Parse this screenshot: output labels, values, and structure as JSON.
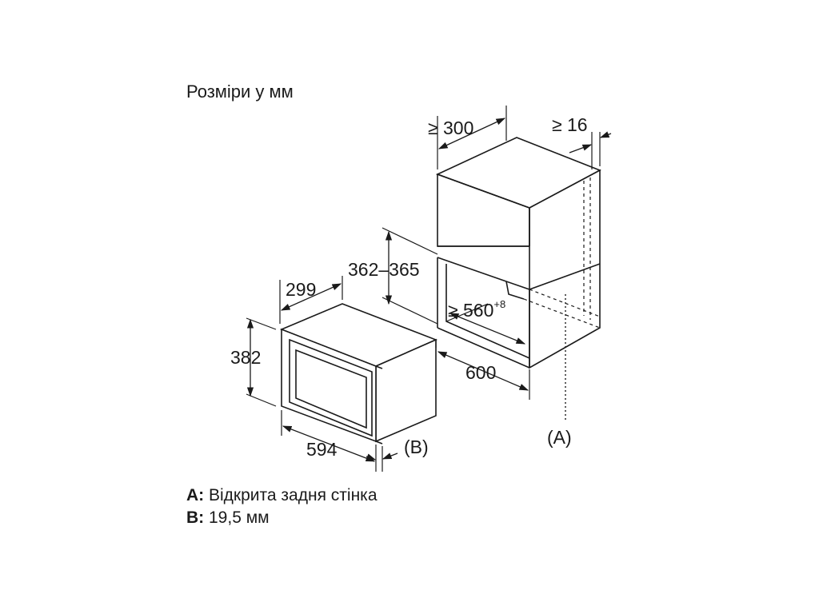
{
  "title": "Розміри у мм",
  "dimensions": {
    "top_depth": "≥ 300",
    "top_gap": "≥ 16",
    "niche_height": "362–365",
    "niche_width": "≥ 560",
    "niche_width_tol": "+8",
    "niche_depth": "600",
    "oven_depth": "299",
    "oven_height": "382",
    "oven_width": "594"
  },
  "callouts": {
    "a": "(A)",
    "b": "(B)"
  },
  "legend": {
    "a_key": "A:",
    "a_text": " Відкрита задня стінка",
    "b_key": "B:",
    "b_text": " 19,5 мм"
  },
  "colors": {
    "line": "#1a1a1a",
    "background": "#ffffff"
  }
}
